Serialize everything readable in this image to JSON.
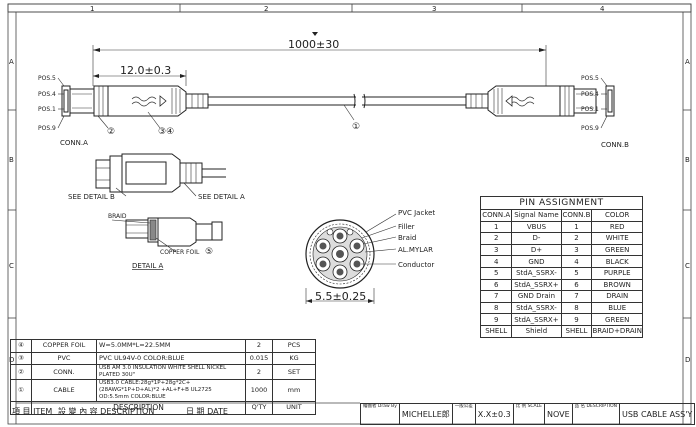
{
  "grid": {
    "cols": [
      "1",
      "2",
      "3",
      "4"
    ],
    "rows": [
      "A",
      "B",
      "C",
      "D"
    ]
  },
  "dims": {
    "overall_length": "1000±30",
    "plug_length": "12.0±0.3",
    "od": "5.5±0.25"
  },
  "conn_a": {
    "label": "CONN.A",
    "pos": [
      "POS.5",
      "POS.4",
      "POS.1",
      "POS.9"
    ],
    "balloons": [
      "②",
      "③④"
    ],
    "cable_balloon": "①"
  },
  "conn_b": {
    "label": "CONN.B",
    "pos": [
      "POS.5",
      "POS.4",
      "POS.1",
      "POS.9"
    ]
  },
  "detail_b_label": "SEE DETAIL B",
  "detail_a_label": "SEE DETAIL A",
  "detail_a": {
    "title": "DETAIL A",
    "braid": "BRAID",
    "copper_foil": "COPPER FOIL",
    "balloon": "⑤"
  },
  "cross_section": {
    "labels": [
      "PVC Jacket",
      "Filler",
      "Braid",
      "AL.MYLAR",
      "Conductor"
    ]
  },
  "pin_assignment": {
    "title": "PIN ASSIGNMENT",
    "headers": [
      "CONN.A",
      "Signal Name",
      "CONN.B",
      "COLOR"
    ],
    "rows": [
      [
        "1",
        "VBUS",
        "1",
        "RED"
      ],
      [
        "2",
        "D-",
        "2",
        "WHITE"
      ],
      [
        "3",
        "D+",
        "3",
        "GREEN"
      ],
      [
        "4",
        "GND",
        "4",
        "BLACK"
      ],
      [
        "5",
        "StdA_SSRX-",
        "5",
        "PURPLE"
      ],
      [
        "6",
        "StdA_SSRX+",
        "6",
        "BROWN"
      ],
      [
        "7",
        "GND Drain",
        "7",
        "DRAIN"
      ],
      [
        "8",
        "StdA_SSRX-",
        "8",
        "BLUE"
      ],
      [
        "9",
        "StdA_SSRX+",
        "9",
        "GREEN"
      ],
      [
        "SHELL",
        "Shield",
        "SHELL",
        "BRAID+DRAIN"
      ]
    ]
  },
  "bom": {
    "rows": [
      {
        "item": "④",
        "desc": "COPPER FOIL",
        "spec": "W=5.0MM*L=22.5MM",
        "qty": "2",
        "unit": "PCS"
      },
      {
        "item": "③",
        "desc": "PVC",
        "spec": "PVC UL94V-0 COLOR:BLUE",
        "qty": "0.015",
        "unit": "KG"
      },
      {
        "item": "②",
        "desc": "CONN.",
        "spec": "USB AM 3.0 INSULATION WHITE SHELL NICKEL PLATED 30U\"",
        "qty": "2",
        "unit": "SET"
      },
      {
        "item": "①",
        "desc": "CABLE",
        "spec": "USB3.0 CABLE:28g*1P+28g*2C+(28AWG*1P+D+AL)*2 +AL+F+B UL2725 OD:5.5mm COLOR:BLUE",
        "qty": "1000",
        "unit": "mm"
      }
    ],
    "header": {
      "item": "",
      "desc": "DESCRIPTION",
      "qty": "Q'TY",
      "unit": "UNIT"
    }
  },
  "revision": {
    "item_label": "項 目 ITEM",
    "desc_label": "設 變 內 容 DESCRIPTION",
    "date_label": "日 期 DATE"
  },
  "title_block": {
    "draw_by_label": "繪圖者 Draw By",
    "draw_by": "MICHELLE郎",
    "tolerance_label": "一般公差",
    "tolerance": "X.X±0.3",
    "scale_label": "比 例 SCALE",
    "scale": "NOVE",
    "desc_label": "品 名 DESCRIPTION",
    "description": "USB CABLE ASS'Y"
  }
}
